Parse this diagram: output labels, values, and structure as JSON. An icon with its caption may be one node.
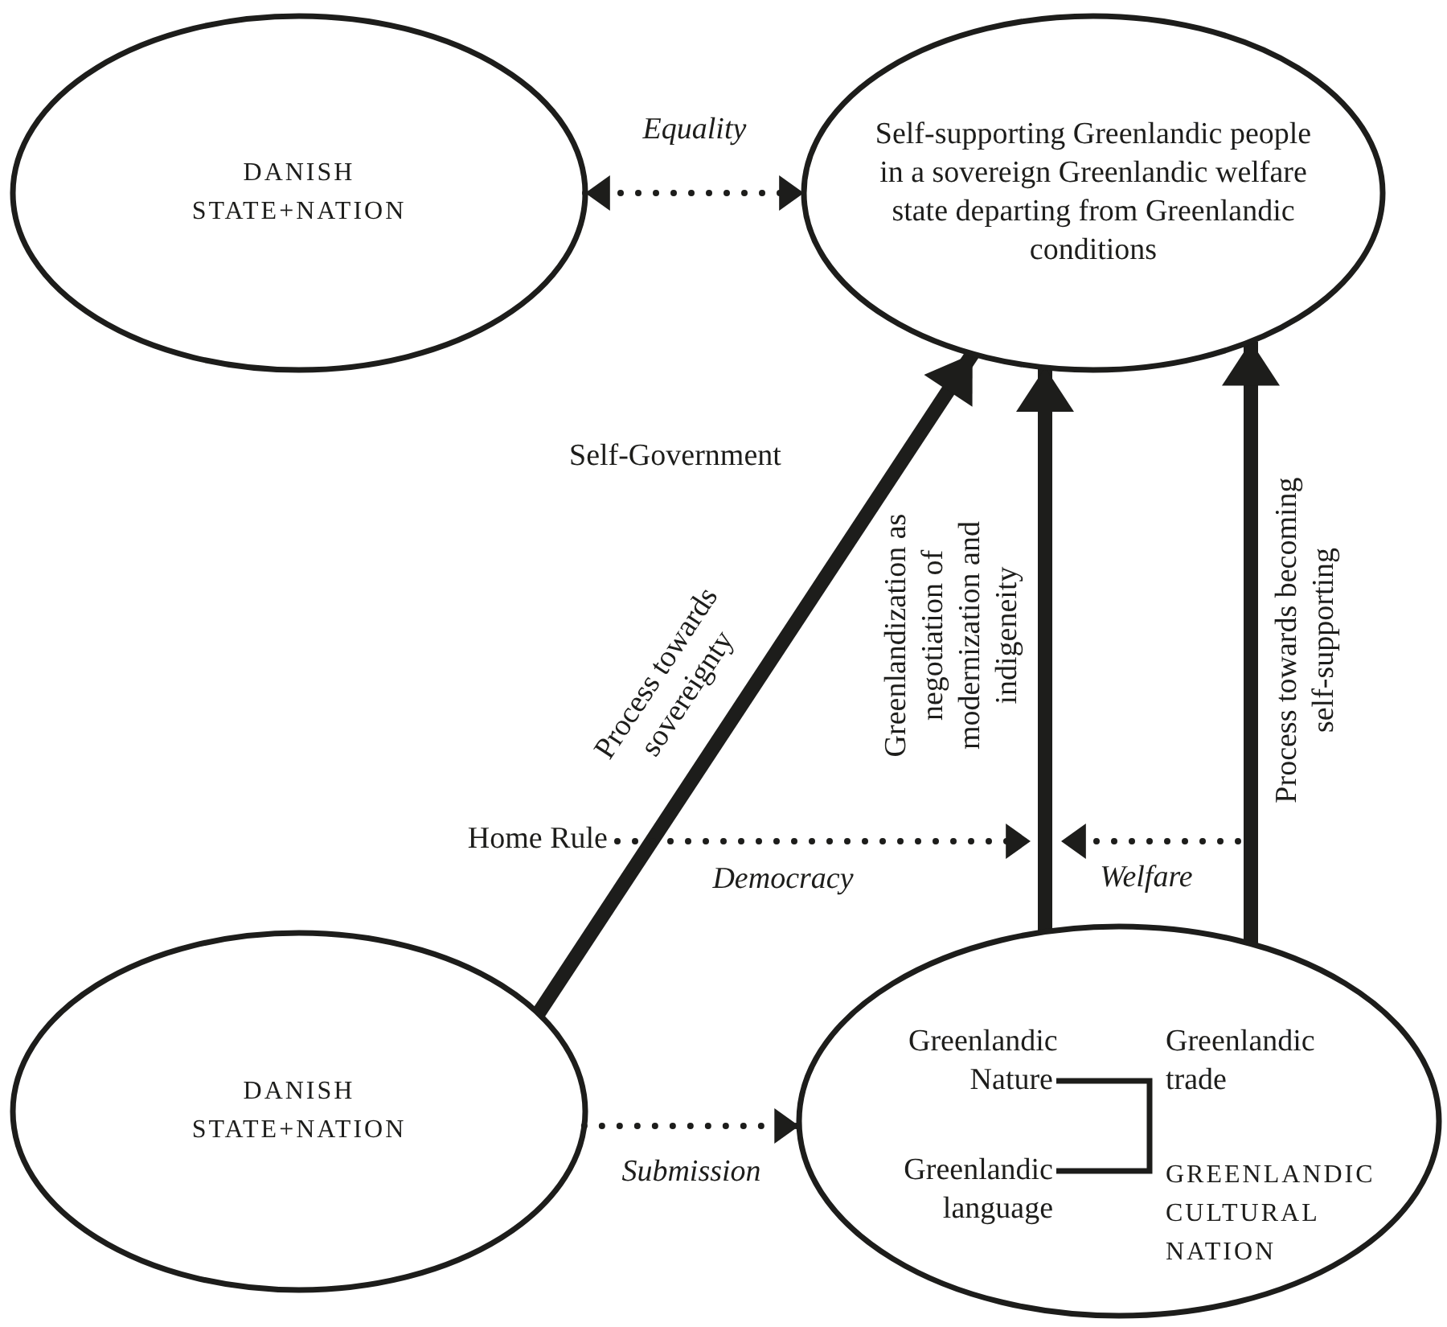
{
  "diagram": {
    "nodes": [
      {
        "text": [
          "DANISH STATE+NATION"
        ]
      },
      {
        "text": [
          "Self-supporting Greenlandic people in a sovereign Greenlandic welfare state departing from Greenlandic conditions"
        ]
      },
      {
        "text": [
          "Home Rule"
        ]
      },
      {
        "text": [
          "DANISH STATE+NATION"
        ]
      },
      {
        "text": [],
        "shape": "ellipse"
      },
      {
        "text": [
          "Greenlandic Nature"
        ],
        "in": 4
      },
      {
        "text": [
          "Greenlandic trade"
        ],
        "in": 4
      },
      {
        "text": [
          "Greenlandic language"
        ],
        "in": 4
      },
      {
        "text": [
          "GREENLANDIC CULTURAL NATION"
        ],
        "in": 4
      }
    ],
    "edges": [
      {
        "from": 0,
        "to": 1,
        "arrow": "both",
        "label": "Equality",
        "style": "dashed"
      },
      {
        "from": 3,
        "to": 1,
        "arrow": "to",
        "label": "Process towards sovereignty",
        "style": "thick"
      },
      {
        "from": 4,
        "to": 1,
        "arrow": "to",
        "label": "Greenlandization as negotiation of modernization and indigeneity",
        "style": "thick"
      },
      {
        "from": 4,
        "to": 1,
        "arrow": "to",
        "label": "Process towards becoming self-supporting",
        "style": "thick"
      },
      {
        "from": 2,
        "to": null,
        "arrow": "to",
        "label": "Democracy",
        "style": "dashed"
      },
      {
        "from": 3,
        "to": 4,
        "arrow": "to",
        "label": "Submission",
        "style": "dashed"
      },
      {
        "from": 5,
        "to": 7,
        "arrow": "none"
      }
    ],
    "labels": [
      "Self-Government",
      "Welfare"
    ]
  }
}
